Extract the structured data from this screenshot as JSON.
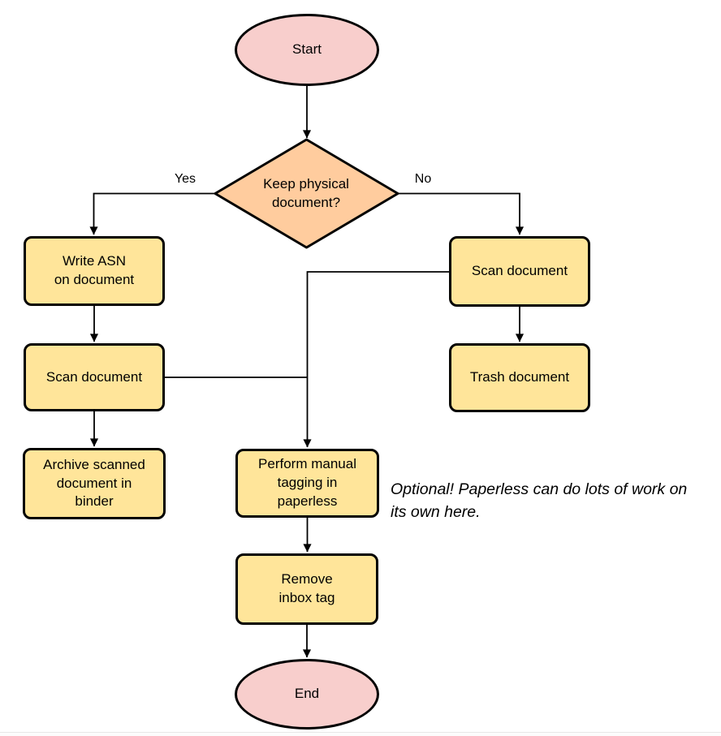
{
  "diagram": {
    "type": "flowchart",
    "colors": {
      "terminal_fill": "#f8cecc",
      "decision_fill": "#ffcc9e",
      "process_fill": "#ffe59a",
      "stroke": "#000000",
      "text": "#000000",
      "footer_line": "#e8e8e8"
    },
    "nodes": {
      "start": {
        "label": "Start",
        "shape": "ellipse"
      },
      "decision": {
        "label": "Keep physical\ndocument?",
        "shape": "diamond"
      },
      "write_asn": {
        "label": "Write ASN\non document",
        "shape": "process"
      },
      "scan_left": {
        "label": "Scan document",
        "shape": "process"
      },
      "archive": {
        "label": "Archive scanned\ndocument in\nbinder",
        "shape": "process"
      },
      "scan_right": {
        "label": "Scan document",
        "shape": "process"
      },
      "trash": {
        "label": "Trash document",
        "shape": "process"
      },
      "tagging": {
        "label": "Perform manual\ntagging in\npaperless",
        "shape": "process"
      },
      "remove_inbox": {
        "label": "Remove\ninbox tag",
        "shape": "process"
      },
      "end": {
        "label": "End",
        "shape": "ellipse"
      }
    },
    "edge_labels": {
      "yes": "Yes",
      "no": "No"
    },
    "annotation": {
      "text": "Optional! Paperless can do lots of work on\nits own here."
    }
  }
}
